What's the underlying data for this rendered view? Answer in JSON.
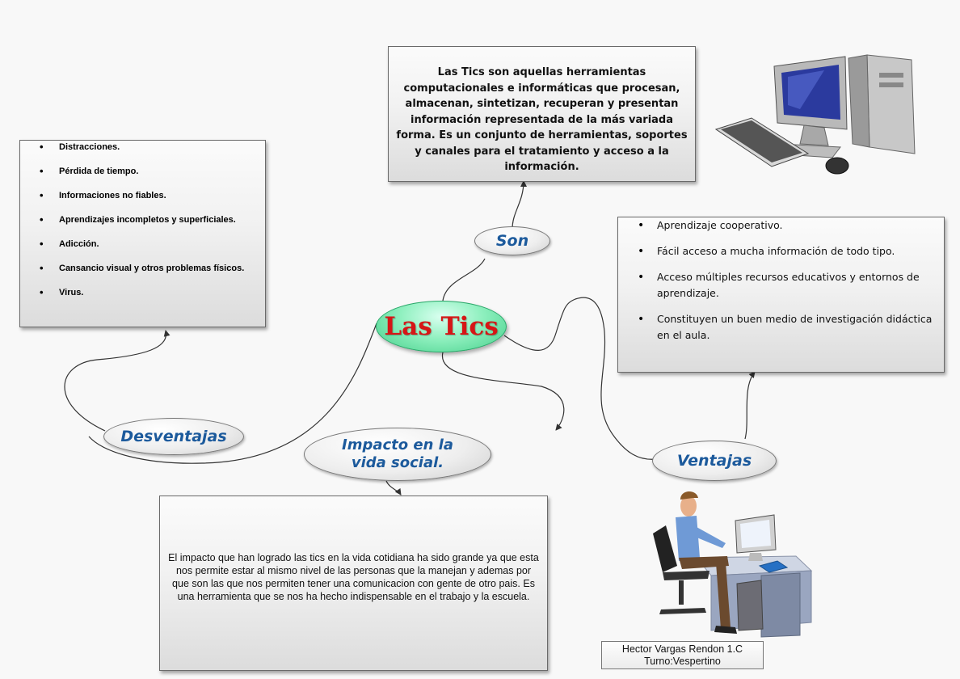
{
  "center": {
    "title": "Las Tics"
  },
  "son": {
    "label": "Son",
    "definition": "Las Tics son aquellas herramientas computacionales e informáticas que procesan, almacenan, sintetizan, recuperan y presentan información representada de la más variada forma. Es un conjunto de herramientas, soportes y canales para el tratamiento y acceso a la información."
  },
  "desventajas": {
    "label": "Desventajas",
    "items": [
      "Distracciones.",
      "Pérdida de tiempo.",
      "Informaciones no fiables.",
      "Aprendizajes incompletos y superficiales.",
      "Adicción.",
      "Cansancio visual y otros problemas físicos.",
      "Virus."
    ]
  },
  "ventajas": {
    "label": "Ventajas",
    "items": [
      "Aprendizaje cooperativo.",
      "Fácil acceso a mucha información de todo tipo.",
      "Acceso múltiples recursos educativos y entornos de aprendizaje.",
      "Constituyen un buen medio de investigación didáctica en el aula."
    ]
  },
  "impacto": {
    "label": "Impacto en la vida social.",
    "text": "El impacto que han logrado las tics en la vida cotidiana ha sido grande ya que esta nos permite estar al mismo nivel de las personas que la manejan y ademas por que son las que nos permiten tener una comunicacion con gente de otro pais. Es una herramienta que se nos ha hecho indispensable en el trabajo y la escuela."
  },
  "credit": {
    "line1": "Hector Vargas Rendon 1.C",
    "line2": "Turno:Vespertino"
  }
}
